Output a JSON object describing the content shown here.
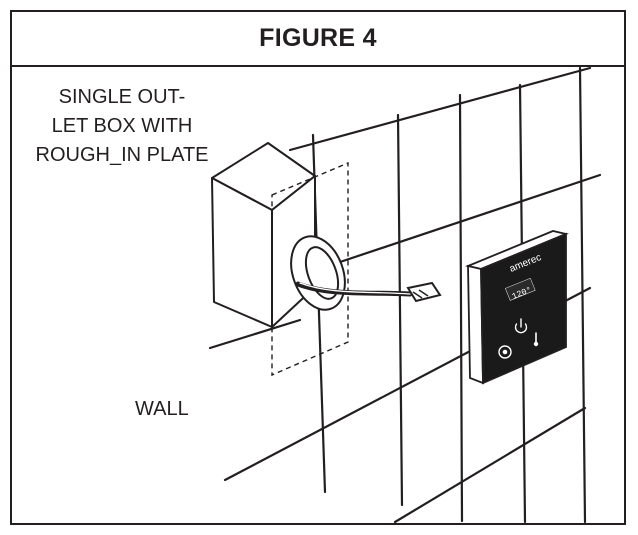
{
  "figure": {
    "title": "FIGURE 4"
  },
  "labels": {
    "outlet_box_line1": "SINGLE OUT-",
    "outlet_box_line2": "LET BOX WITH",
    "outlet_box_line3": "ROUGH_IN PLATE",
    "wall": "WALL"
  },
  "control_panel": {
    "brand": "amerec",
    "display_value": "120°",
    "icons": [
      "power-icon",
      "thermometer-icon",
      "steam-icon"
    ]
  },
  "colors": {
    "line": "#231f20",
    "panel": "#1a1a1a",
    "panel_text": "#ffffff"
  }
}
